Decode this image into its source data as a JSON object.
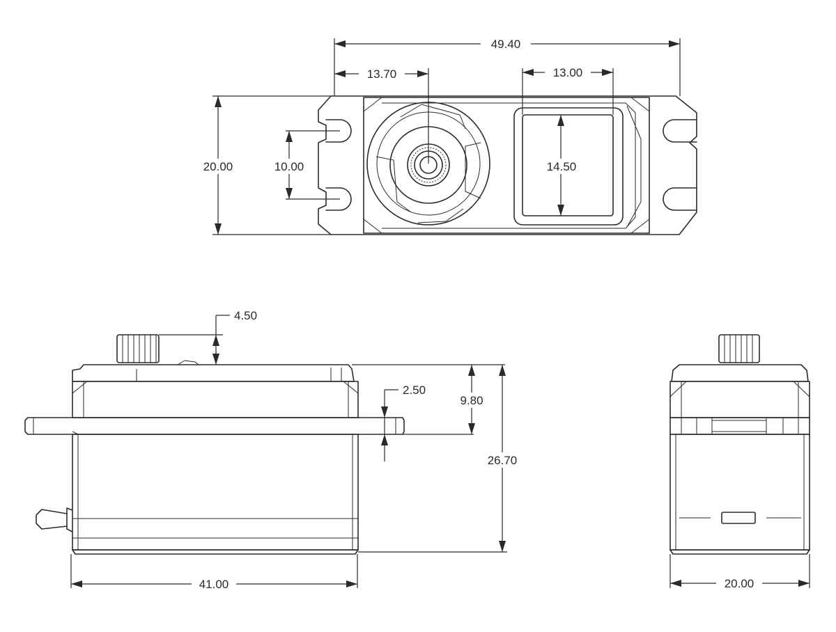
{
  "dimensions": {
    "top_total_width": "49.40",
    "top_shaft_offset": "13.70",
    "top_label_width": "13.00",
    "top_height": "20.00",
    "top_hole_spacing": "10.00",
    "top_label_height": "14.50",
    "side_spline_height": "4.50",
    "side_flange_thickness": "2.50",
    "side_flange_height": "9.80",
    "side_total_height": "26.70",
    "side_body_length": "41.00",
    "end_body_width": "20.00"
  }
}
